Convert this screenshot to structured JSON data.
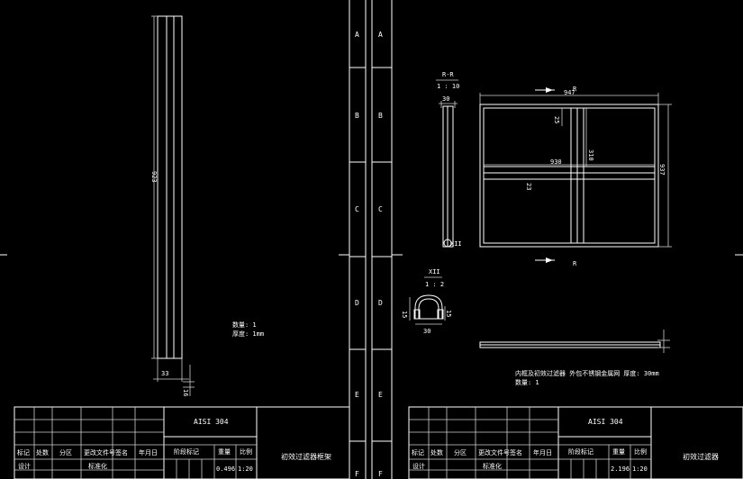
{
  "zone_letters": [
    "A",
    "B",
    "C",
    "D",
    "E",
    "F"
  ],
  "left_part": {
    "dim_height": "923",
    "dim_width": "33",
    "dim_thickness": "16",
    "note_qty": "数量: 1",
    "note_thick": "厚度: 1mm"
  },
  "section": {
    "title": "R-R",
    "scale": "1 : 10",
    "dim_width": "30",
    "detail_callout": "XII"
  },
  "front_view": {
    "section_mark": "R",
    "dim_overall_width": "947",
    "dim_inner_width": "930",
    "dim_right": "937",
    "dim_top_cell": "25",
    "dim_cell_h": "310",
    "dim_bar": "23"
  },
  "detail": {
    "title": "XII",
    "scale": "1 : 2",
    "dim_width": "30",
    "dim_height": "15",
    "dim_right": "15"
  },
  "right_notes": {
    "line1": "内框及初效过滤器 外包不锈钢金属网 厚度: 30mm",
    "line2": "数量: 1"
  },
  "title_block_left": {
    "material": "AISI 304",
    "headers": [
      "标记",
      "处数",
      "分区",
      "更改文件号",
      "签名",
      "年月日"
    ],
    "row_design": "设计",
    "row_std": "标准化",
    "stage_label": "阶段标记",
    "weight_label": "重量",
    "scale_label": "比例",
    "weight": "0.496",
    "scale": "1:20",
    "name": "初效过滤器框架"
  },
  "title_block_right": {
    "material": "AISI 304",
    "headers": [
      "标记",
      "处数",
      "分区",
      "更改文件号",
      "签名",
      "年月日"
    ],
    "row_design": "设计",
    "row_std": "标准化",
    "stage_label": "阶段标记",
    "weight_label": "重量",
    "scale_label": "比例",
    "weight": "2.196",
    "scale": "1:20",
    "name": "初效过滤器"
  }
}
